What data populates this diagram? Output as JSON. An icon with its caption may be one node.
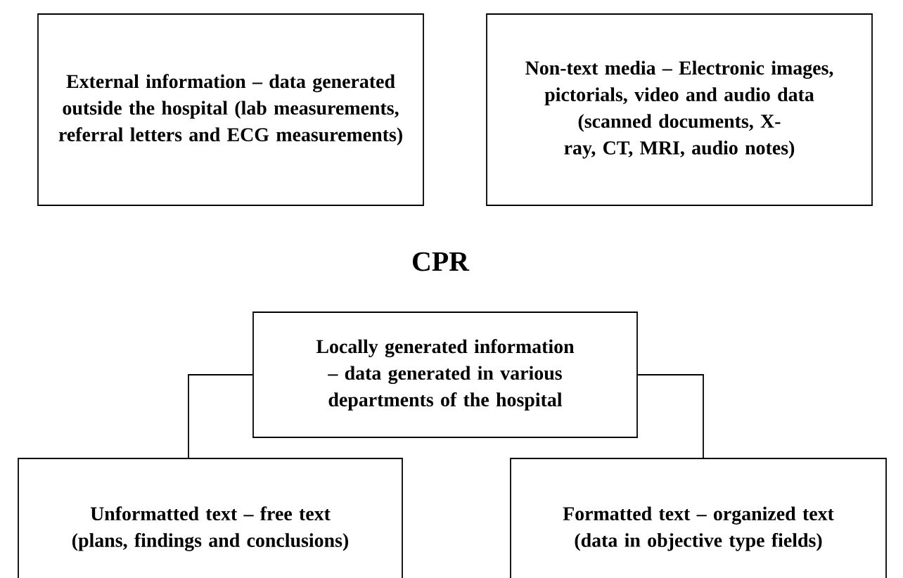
{
  "diagram": {
    "nodes": [
      {
        "text": [
          "External information – data generated outside the hospital (lab measurements, referral letters and ECG measurements)"
        ]
      },
      {
        "text": [
          "Non-text media – Electronic images, pictorials, video and audio data",
          "(scanned documents, X-ray, CT, MRI, audio notes)"
        ]
      },
      {
        "text": [
          "Locally generated information – data generated in various departments of the hospital"
        ]
      },
      {
        "text": [
          "Unformatted text – free text (plans, findings and conclusions)"
        ]
      },
      {
        "text": [
          "Formatted text – organized text (data in objective type fields)"
        ]
      }
    ],
    "edges": [
      {
        "from": 2,
        "to": 3,
        "arrow": "none"
      },
      {
        "from": 2,
        "to": 4,
        "arrow": "none"
      }
    ],
    "labels": [
      "CPR"
    ]
  }
}
